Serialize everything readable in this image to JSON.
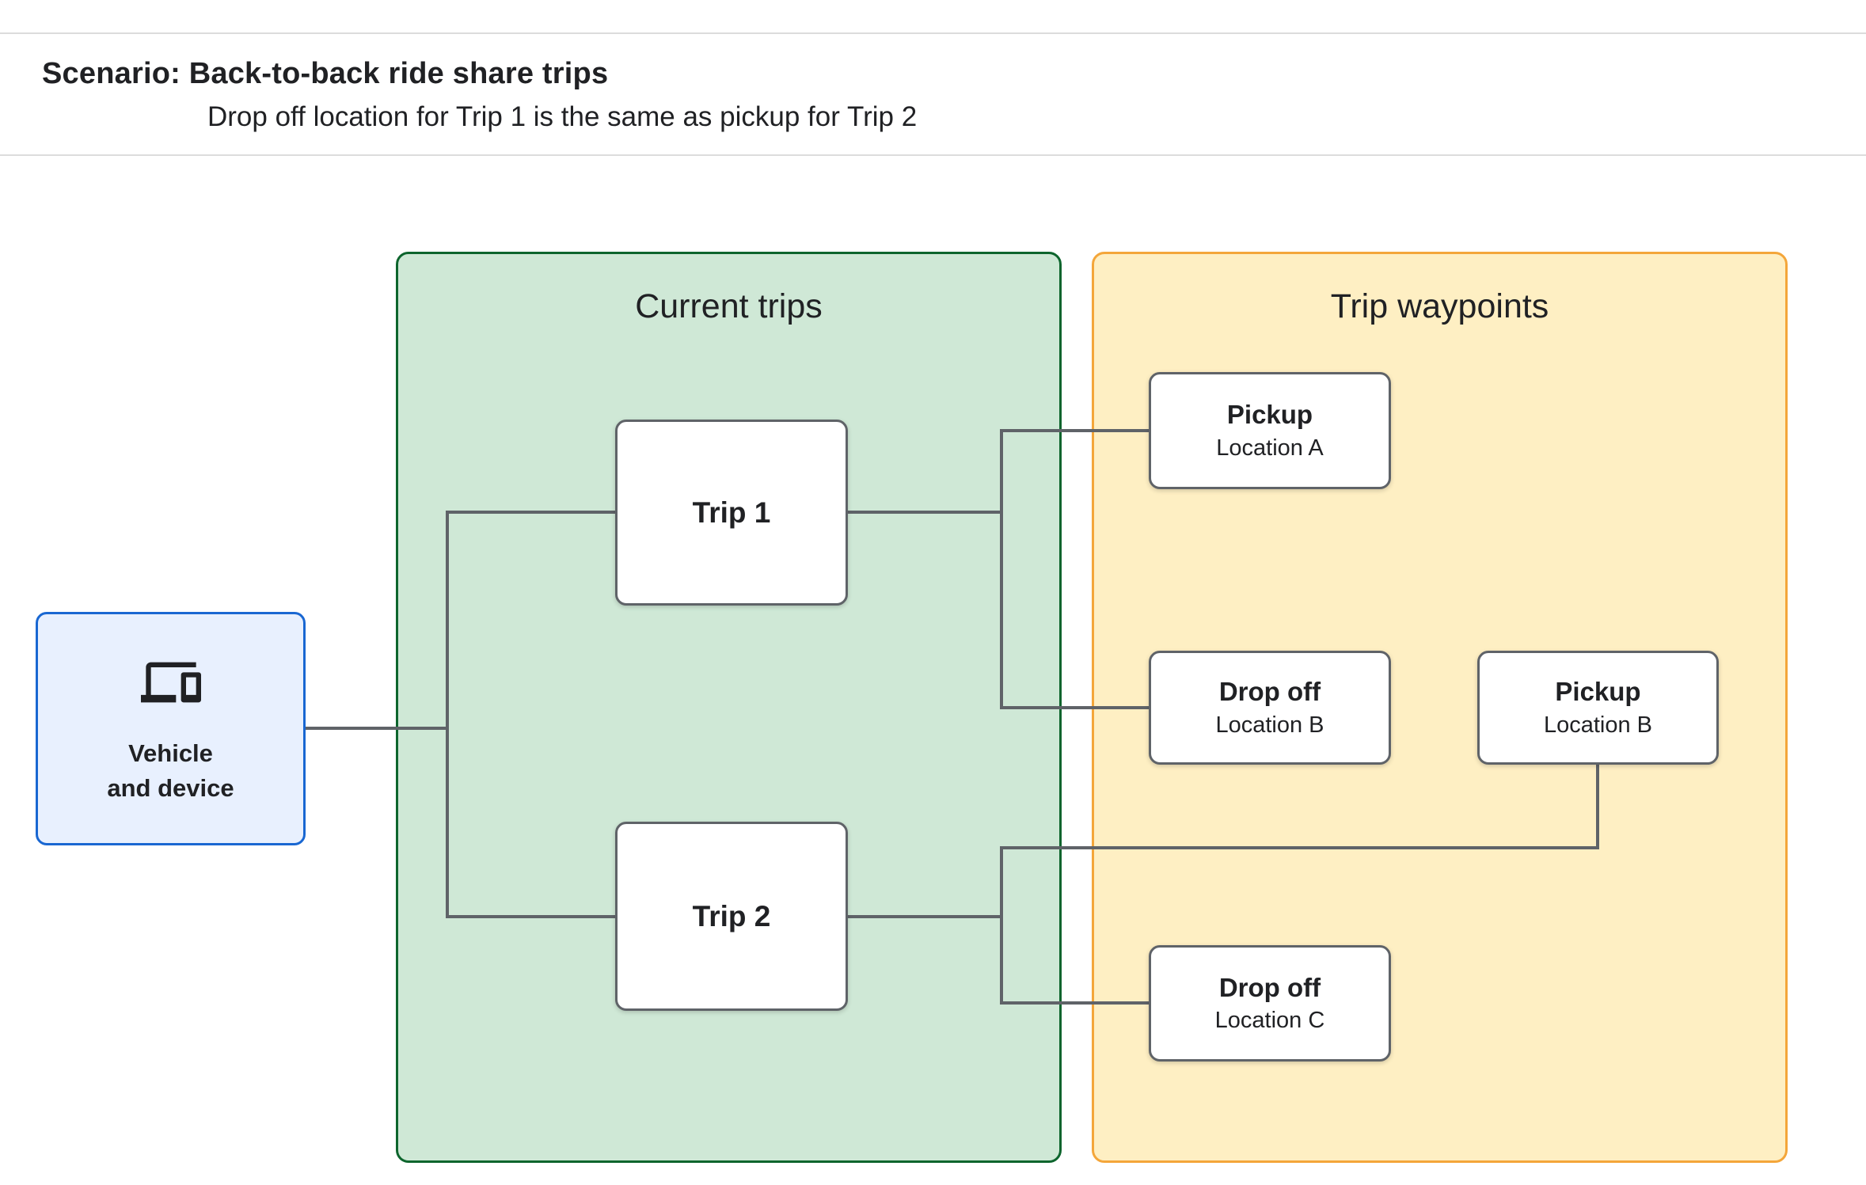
{
  "header": {
    "title": "Scenario: Back-to-back ride share trips",
    "subtitle": "Drop off  location for Trip 1 is the same as pickup for Trip 2"
  },
  "vehicle": {
    "icon": "devices-icon",
    "line1": "Vehicle",
    "line2": "and device"
  },
  "current_trips": {
    "title": "Current trips",
    "trip1": "Trip 1",
    "trip2": "Trip 2"
  },
  "waypoints_panel": {
    "title": "Trip waypoints",
    "pickup_a": {
      "type": "Pickup",
      "location": "Location A"
    },
    "dropoff_b": {
      "type": "Drop off",
      "location": "Location B"
    },
    "pickup_b": {
      "type": "Pickup",
      "location": "Location B"
    },
    "dropoff_c": {
      "type": "Drop off",
      "location": "Location C"
    }
  },
  "colors": {
    "text": "#202124",
    "rule": "#dcdcdc",
    "vehicle-fill": "#e8f0fe",
    "vehicle-border": "#1967d2",
    "green-fill": "#cfe8d6",
    "green-border": "#0d652d",
    "orange-fill": "#feefc3",
    "orange-border": "#f4a63a",
    "box-border": "#5f6368",
    "connector": "#5f6368"
  }
}
